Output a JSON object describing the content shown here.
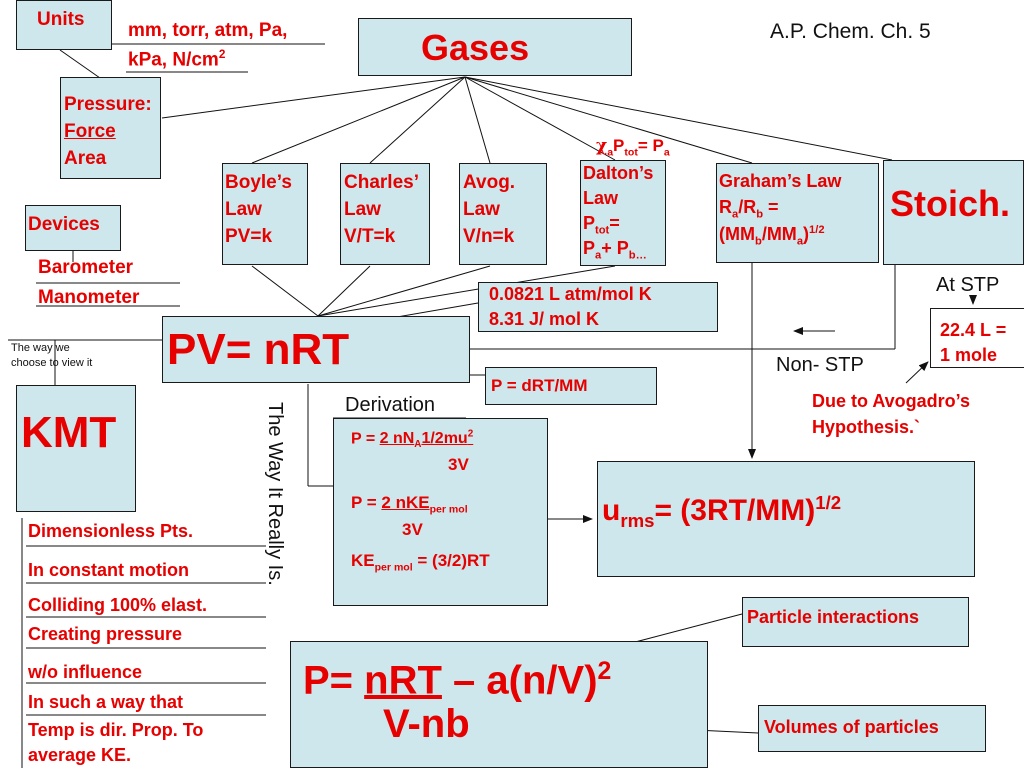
{
  "units": {
    "label": "Units",
    "list1": "mm, torr, atm, Pa,",
    "list2_prefix": "kPa, N/cm",
    "list2_sup": "2"
  },
  "header": {
    "gases": "Gases",
    "course": "A.P. Chem. Ch. 5"
  },
  "pressure": {
    "line1": "Pressure:",
    "line2": "Force",
    "line3": "Area"
  },
  "devices": {
    "label": "Devices",
    "barometer": "Barometer",
    "manometer": "Manometer"
  },
  "boyle": {
    "l1": "Boyle’s",
    "l2": "Law",
    "l3": "PV=k"
  },
  "charles": {
    "l1": "Charles’",
    "l2": "Law",
    "l3": "V/T=k"
  },
  "avog": {
    "l1": "Avog.",
    "l2": "Law",
    "l3": "V/n=k"
  },
  "dalton": {
    "chi": "χ",
    "chi_sub": "a",
    "p": "P",
    "p_sub": "tot",
    "eq": "= P",
    "eq_sub": "a",
    "l1": "Dalton’s",
    "l2": "Law",
    "l3": "P",
    "l3_sub": "tot",
    "l3_eq": "=",
    "l4a": "P",
    "l4a_sub": "a",
    "l4b": "+ P",
    "l4b_sub": "b…"
  },
  "graham": {
    "l1": "Graham’s Law",
    "l2a": "R",
    "l2a_sub": "a",
    "l2b": "/R",
    "l2b_sub": "b",
    "l2c": " =",
    "l3a": "(MM",
    "l3a_sub": "b",
    "l3b": "/MM",
    "l3b_sub": "a",
    "l3c": ")",
    "l3_sup": "1/2"
  },
  "stoich": {
    "label": "Stoich.",
    "at_stp": "At STP",
    "vol": "22.4 L =",
    "mole": "1 mole",
    "non_stp": "Non- STP",
    "avogadro1": "Due to Avogadro’s",
    "avogadro2": "Hypothesis.`"
  },
  "constants": {
    "r1": "0.0821 L atm/mol K",
    "r2": "8.31 J/ mol K"
  },
  "ideal": {
    "label": "PV= nRT",
    "view_note1": "The way we",
    "view_note2": "choose to view it"
  },
  "density": {
    "label": "P = dRT/MM"
  },
  "kmt": {
    "label": "KMT",
    "vertical": "The Way It Really Is.",
    "items": [
      "Dimensionless Pts.",
      "In constant motion",
      "Colliding 100% elast.",
      "Creating pressure",
      "w/o influence",
      "In such a way that",
      "Temp is dir. Prop. To",
      "average KE."
    ]
  },
  "derivation": {
    "title": "Derivation",
    "e1_pre": "P = ",
    "e1_num": "2 nN",
    "e1_num_sub": "A",
    "e1_num2": "1/2mu",
    "e1_sup": "2",
    "e1_den": "3V",
    "e2_pre": "P = ",
    "e2_num": "2 nKE",
    "e2_sub": "per mol",
    "e2_den": "3V",
    "e3": "KE",
    "e3_sub": "per mol",
    "e3_rest": " = (3/2)RT"
  },
  "urms": {
    "u": "u",
    "sub": "rms",
    "rest": "= (3RT/MM)",
    "sup": "1/2"
  },
  "vdw": {
    "l1_a": "P= ",
    "l1_b": "nRT",
    "l1_c": " – a(n/V)",
    "l1_sup": "2",
    "l2": "V-nb"
  },
  "notes": {
    "interactions": "Particle interactions",
    "volumes": "Volumes of particles"
  }
}
